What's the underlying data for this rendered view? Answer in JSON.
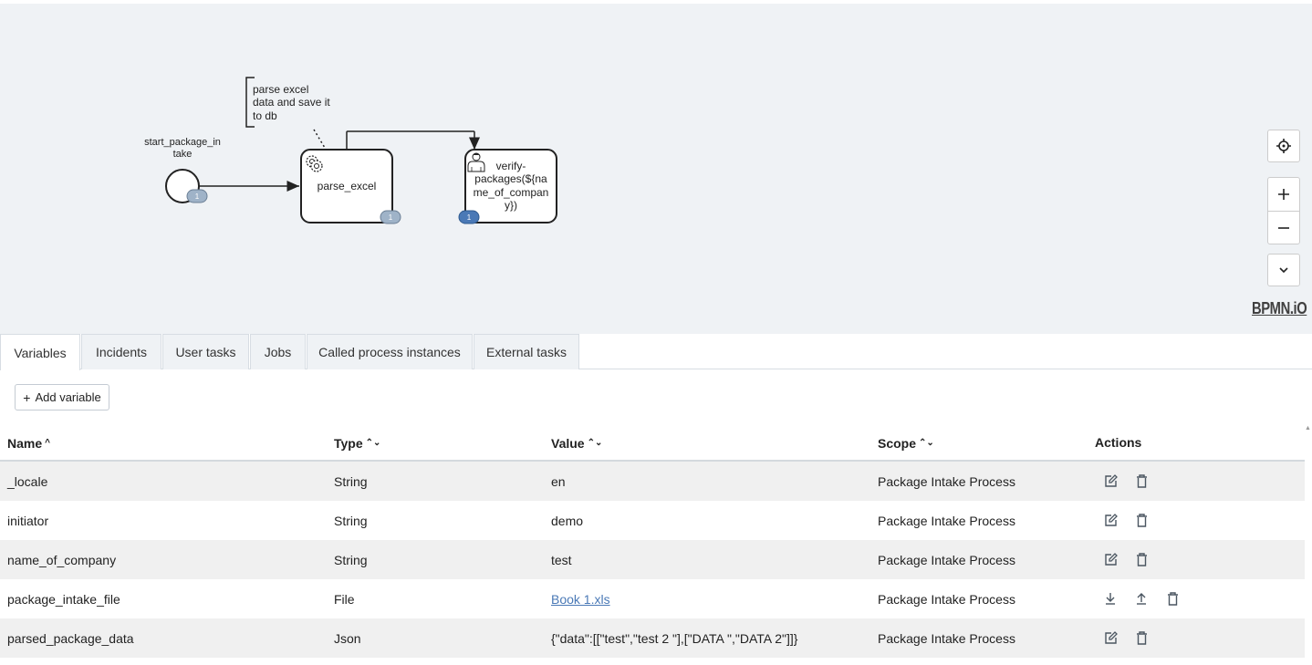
{
  "diagram": {
    "start_event_label_1": "start_package_in",
    "start_event_label_2": "take",
    "annotation_lines": [
      "parse excel",
      "data and save it",
      "to db"
    ],
    "service_task_label": "parse_excel",
    "user_task_label_lines": [
      "verify-",
      "packages(${na",
      "me_of_compan",
      "y})"
    ],
    "badges": {
      "start": "1",
      "parse_excel": "1",
      "verify": "1"
    },
    "colors": {
      "badge_gray": "#9fb3c8",
      "badge_active": "#4a79b6"
    }
  },
  "navigation": {
    "powered_by": "BPMN.iO"
  },
  "tabs": [
    "Variables",
    "Incidents",
    "User tasks",
    "Jobs",
    "Called process instances",
    "External tasks"
  ],
  "add_variable_label": "Add variable",
  "table": {
    "headers": {
      "name": "Name",
      "type": "Type",
      "value": "Value",
      "scope": "Scope",
      "actions": "Actions"
    },
    "rows": [
      {
        "name": "_locale",
        "type": "String",
        "value": "en",
        "scope": "Package Intake Process"
      },
      {
        "name": "initiator",
        "type": "String",
        "value": "demo",
        "scope": "Package Intake Process"
      },
      {
        "name": "name_of_company",
        "type": "String",
        "value": "test",
        "scope": "Package Intake Process"
      },
      {
        "name": "package_intake_file",
        "type": "File",
        "value": "Book 1.xls",
        "scope": "Package Intake Process"
      },
      {
        "name": "parsed_package_data",
        "type": "Json",
        "value": "{\"data\":[[\"test\",\"test 2 \"],[\"DATA \",\"DATA 2\"]]}",
        "scope": "Package Intake Process"
      }
    ]
  }
}
